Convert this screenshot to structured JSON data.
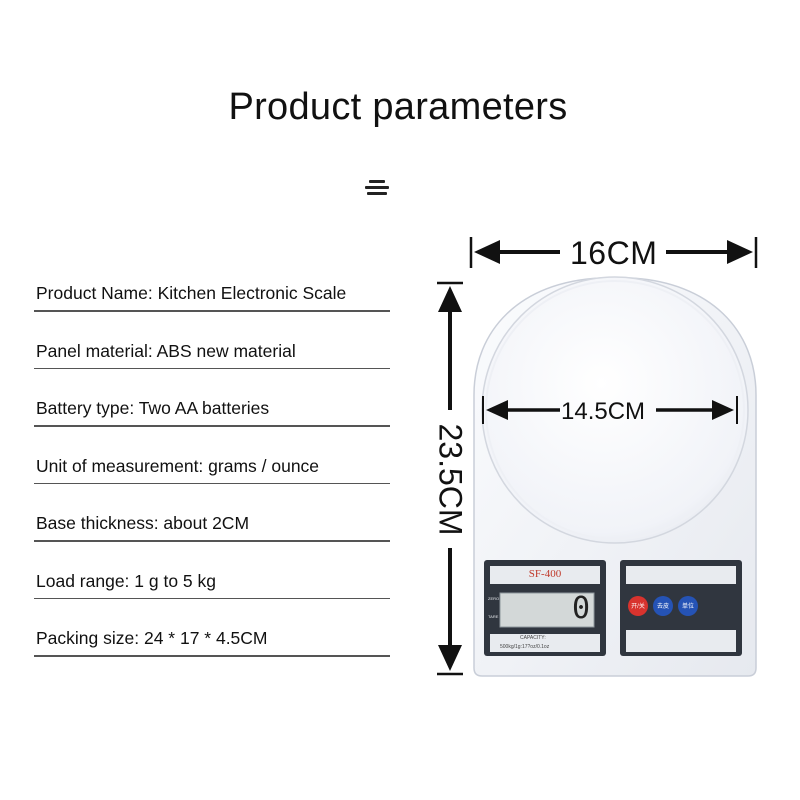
{
  "page": {
    "title": "Product parameters"
  },
  "menu_icon": "menu-lines-icon",
  "parameters": [
    {
      "text": "Product Name: Kitchen Electronic Scale"
    },
    {
      "text": "Panel material: ABS new material"
    },
    {
      "text": "Battery type: Two AA batteries"
    },
    {
      "text": "Unit of measurement: grams / ounce"
    },
    {
      "text": "Base thickness: about 2CM"
    },
    {
      "text": "Load range: 1 g to 5 kg"
    },
    {
      "text": "Packing size: 24 * 17 * 4.5CM"
    }
  ],
  "dimensions": {
    "width": "16CM",
    "plate_diameter": "14.5CM",
    "height": "23.5CM"
  },
  "scale_display": {
    "model": "SF-400",
    "reading": "0",
    "capacity_label": "CAPACITY:",
    "capacity_value": "500kg/1g:17?oz/0.1oz",
    "left_mode_labels": [
      "ZERO",
      "TARE"
    ],
    "buttons": [
      "开/关",
      "去皮",
      "单位"
    ]
  },
  "colors": {
    "scale_body": "#f2f4f8",
    "panel_dark": "#30363f",
    "lcd": "#d3d8d8",
    "button_red": "#d8332e",
    "button_blue": "#2553b5"
  }
}
